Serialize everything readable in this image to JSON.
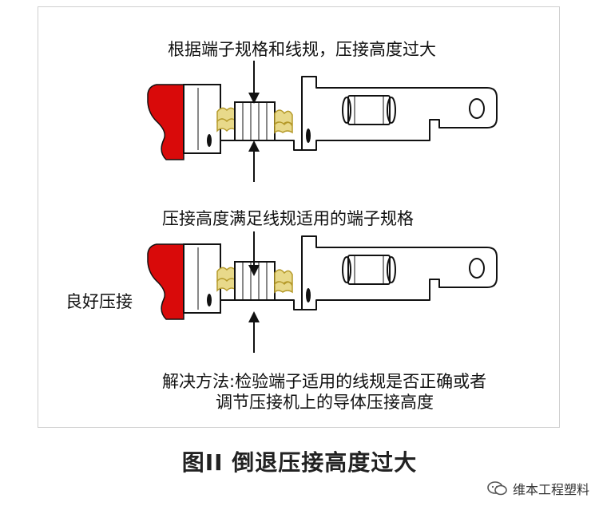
{
  "labels": {
    "top_note": "根据端子规格和线规，压接高度过大",
    "middle_note": "压接高度满足线规适用的端子规格",
    "side_label": "良好压接",
    "solution_line1": "解决方法:检验端子适用的线规是否正确或者",
    "solution_line2": "调节压接机上的导体压接高度"
  },
  "caption": "图II 倒退压接高度过大",
  "watermark": "维本工程塑料",
  "icons": [
    "wechat-icon"
  ],
  "colors": {
    "insulation": "#d90a0a",
    "wire_strands": "#e8d98a",
    "metal": "#ffffff",
    "outline": "#111111"
  }
}
